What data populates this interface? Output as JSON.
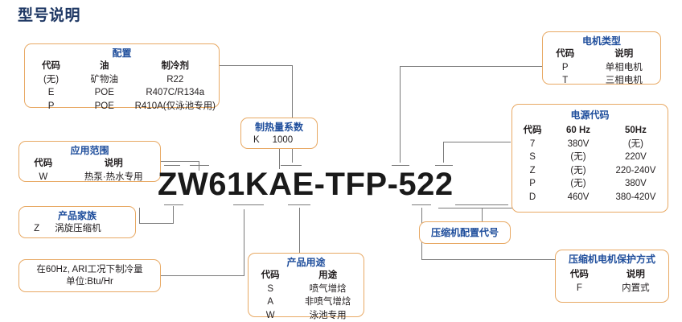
{
  "page": {
    "title": "型号说明",
    "accent_box_border": "#e8a964",
    "accent_title_color": "#1f4e9c",
    "page_title_color": "#1f3864",
    "line_color": "#7a7a7a",
    "text_color": "#231f20"
  },
  "model_number": {
    "full": "ZW61KAE-TFP-522",
    "segments": [
      {
        "text": "Z",
        "name": "segment-product-family"
      },
      {
        "text": "W",
        "name": "segment-application-range"
      },
      {
        "text": "61",
        "name": "segment-capacity"
      },
      {
        "text": "K",
        "name": "segment-heating-factor"
      },
      {
        "text": "A",
        "name": "segment-product-usage"
      },
      {
        "text": "E",
        "name": "segment-configuration"
      },
      {
        "text": "-",
        "name": "segment-dash-1"
      },
      {
        "text": "T",
        "name": "segment-motor-type"
      },
      {
        "text": "F",
        "name": "segment-motor-protection"
      },
      {
        "text": "P",
        "name": "segment-power-code"
      },
      {
        "text": "-",
        "name": "segment-dash-2"
      },
      {
        "text": "522",
        "name": "segment-compressor-config"
      }
    ]
  },
  "configuration": {
    "title": "配置",
    "headers": [
      "代码",
      "油",
      "制冷剂"
    ],
    "rows": [
      [
        "(无)",
        "矿物油",
        "R22"
      ],
      [
        "E",
        "POE",
        "R407C/R134a"
      ],
      [
        "P",
        "POE",
        "R410A(仅泳池专用)"
      ]
    ]
  },
  "application_range": {
    "title": "应用范围",
    "headers": [
      "代码",
      "说明"
    ],
    "rows": [
      [
        "W",
        "热泵·热水专用"
      ]
    ]
  },
  "product_family": {
    "title": "产品家族",
    "rows": [
      [
        "Z",
        "涡旋压缩机"
      ]
    ]
  },
  "capacity_note": {
    "line1": "在60Hz, ARI工况下制冷量",
    "line2": "单位:Btu/Hr"
  },
  "heating_factor": {
    "title": "制热量系数",
    "rows": [
      [
        "K",
        "1000"
      ]
    ]
  },
  "product_usage": {
    "title": "产品用途",
    "headers": [
      "代码",
      "用途"
    ],
    "rows": [
      [
        "S",
        "喷气增焓"
      ],
      [
        "A",
        "非喷气增焓"
      ],
      [
        "W",
        "泳池专用"
      ]
    ]
  },
  "motor_type": {
    "title": "电机类型",
    "headers": [
      "代码",
      "说明"
    ],
    "rows": [
      [
        "P",
        "单相电机"
      ],
      [
        "T",
        "三相电机"
      ]
    ]
  },
  "power_code": {
    "title": "电源代码",
    "headers": [
      "代码",
      "60 Hz",
      "50Hz"
    ],
    "rows": [
      [
        "7",
        "380V",
        "(无)"
      ],
      [
        "S",
        "(无)",
        "220V"
      ],
      [
        "Z",
        "(无)",
        "220-240V"
      ],
      [
        "P",
        "(无)",
        "380V"
      ],
      [
        "D",
        "460V",
        "380-420V"
      ]
    ]
  },
  "compressor_config": {
    "title": "压缩机配置代号"
  },
  "motor_protection": {
    "title": "压缩机电机保护方式",
    "headers": [
      "代码",
      "说明"
    ],
    "rows": [
      [
        "F",
        "内置式"
      ]
    ]
  }
}
